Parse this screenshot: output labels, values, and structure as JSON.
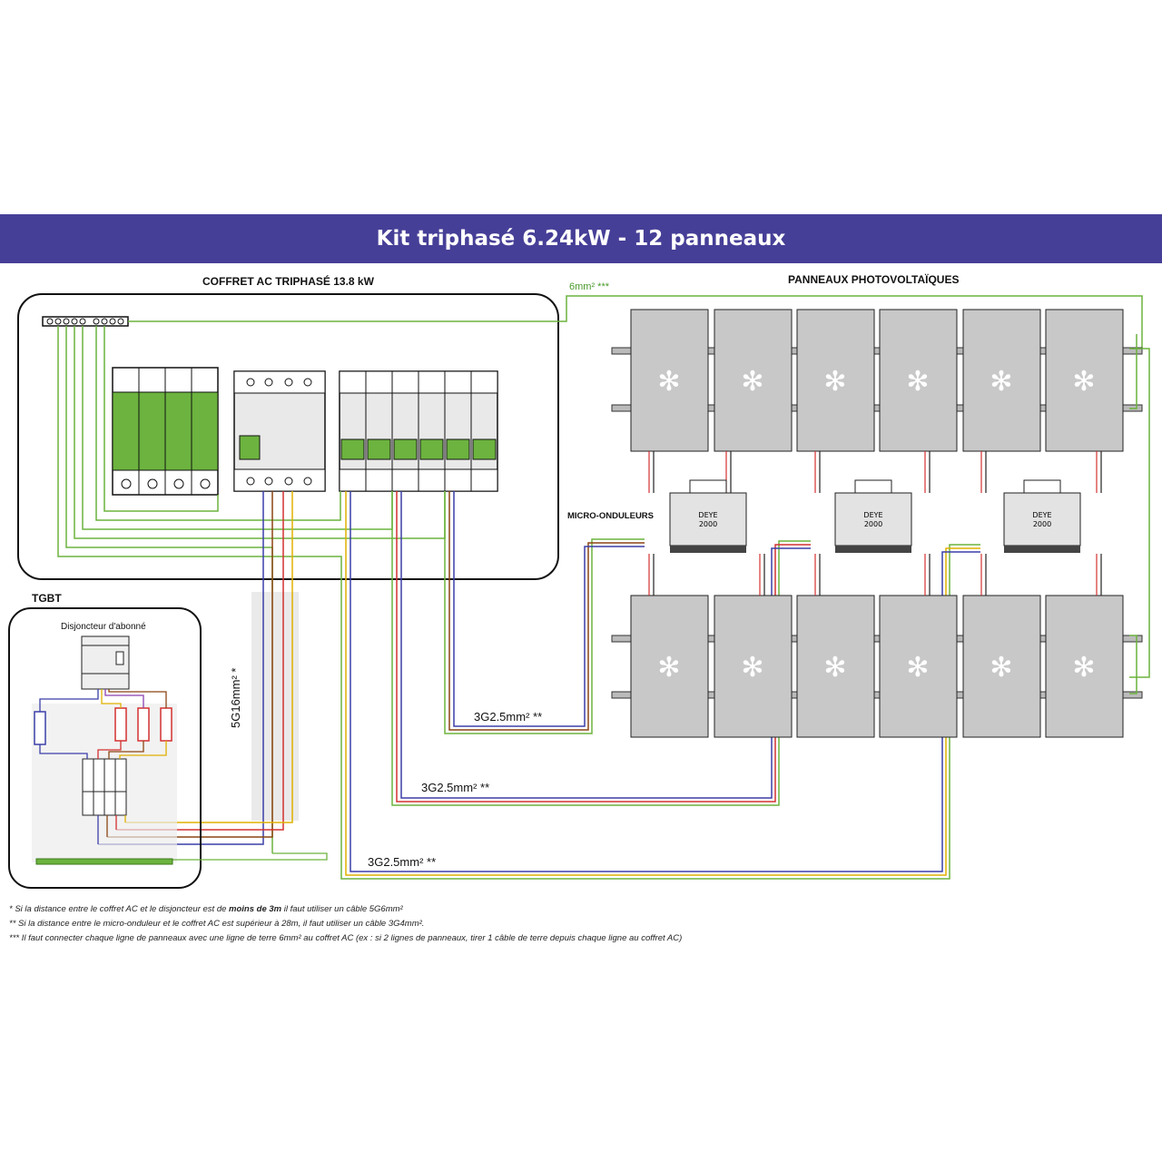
{
  "title": "Kit triphasé 6.24kW - 12 panneaux",
  "sections": {
    "coffret_ac": "COFFRET AC TRIPHASÉ 13.8 kW",
    "panneaux": "PANNEAUX PHOTOVOLTAÏQUES",
    "micro_onduleurs": "MICRO-ONDULEURS",
    "tgbt": "TGBT",
    "disjoncteur_abonne": "Disjoncteur d'abonné"
  },
  "cables": {
    "earth": "6mm² ***",
    "main": "5G16mm² *",
    "line1": "3G2.5mm² **",
    "line2": "3G2.5mm² **",
    "line3": "3G2.5mm² **"
  },
  "inverters": [
    {
      "brand": "DEYE",
      "model": "2000"
    },
    {
      "brand": "DEYE",
      "model": "2000"
    },
    {
      "brand": "DEYE",
      "model": "2000"
    }
  ],
  "footnotes": [
    {
      "pre": "*  Si la distance entre le coffret AC et le disjoncteur est de ",
      "bold": "moins de 3m",
      "post": " il faut utiliser un câble 5G6mm²"
    },
    {
      "pre": "** Si la distance entre le micro-onduleur et le coffret AC est supérieur à 28m, il faut utiliser un câble 3G4mm².",
      "bold": "",
      "post": ""
    },
    {
      "pre": "*** Il faut connecter chaque ligne de panneaux avec une ligne de terre 6mm² au coffret AC (ex : si 2 lignes de panneaux, tirer 1 câble de terre depuis chaque ligne au coffret AC)",
      "bold": "",
      "post": ""
    }
  ],
  "colors": {
    "banner": "#463f97",
    "earth": "#6cb33f",
    "neutral": "#3b3fa8",
    "phase_brown": "#8b4513",
    "phase_red": "#d43030",
    "phase_yellow": "#e0b000",
    "phase_purple": "#8a3fb0",
    "panel": "#c8c8c8",
    "breaker_green": "#6cb33f"
  }
}
